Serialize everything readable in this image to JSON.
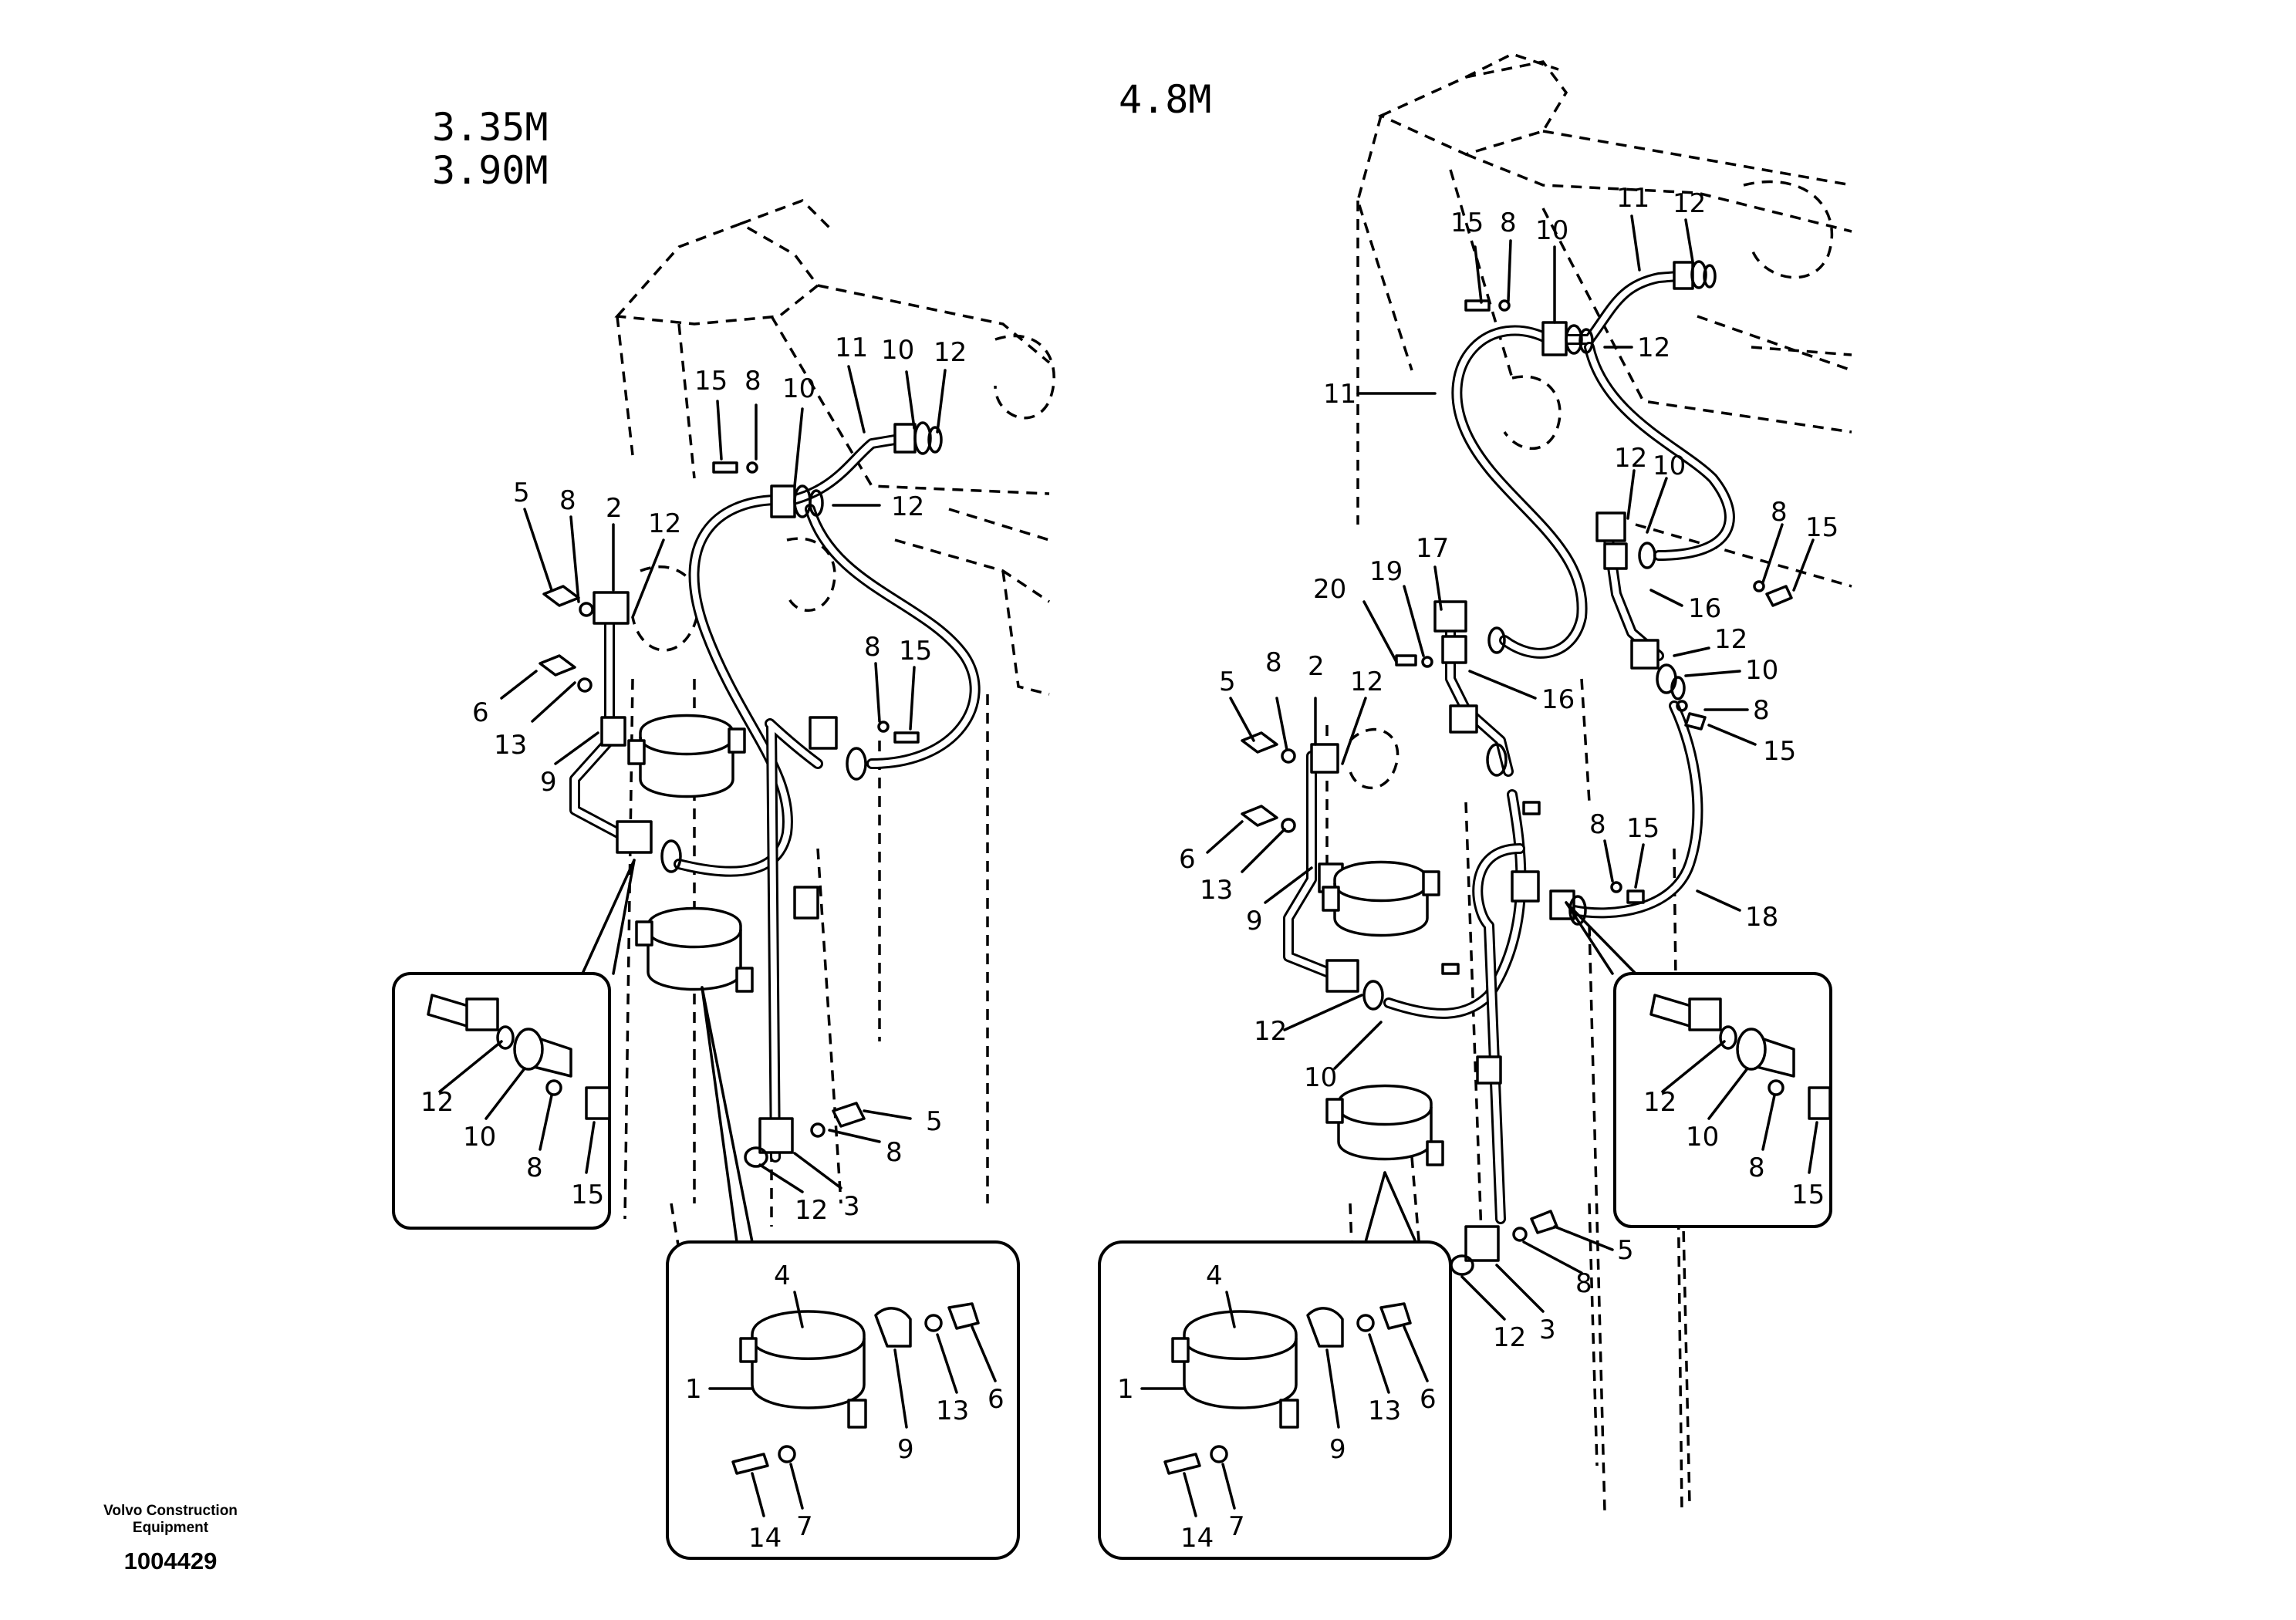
{
  "variants": {
    "left_line1": "3.35M",
    "left_line2": "3.90M",
    "right": "4.8M"
  },
  "footer": {
    "company_line1": "Volvo Construction",
    "company_line2": "Equipment",
    "drawing_number": "1004429"
  },
  "callouts": {
    "left": {
      "c15": "15",
      "c8a": "8",
      "c10a": "10",
      "c11": "11",
      "c10b": "10",
      "c12a": "12",
      "c12b": "12",
      "c5": "5",
      "c8b": "8",
      "c2": "2",
      "c12c": "12",
      "c6": "6",
      "c13": "13",
      "c9": "9",
      "c8c": "8",
      "c15b": "15",
      "c5b": "5",
      "c8d": "8",
      "c3": "3",
      "c12d": "12"
    },
    "left_detail": {
      "c12": "12",
      "c10": "10",
      "c8": "8",
      "c15": "15"
    },
    "left_clamp": {
      "c4": "4",
      "c1": "1",
      "c9": "9",
      "c13": "13",
      "c6": "6",
      "c14": "14",
      "c7": "7"
    },
    "right": {
      "c15a": "15",
      "c8a": "8",
      "c10a": "10",
      "c11a": "11",
      "c12a": "12",
      "c12b": "12",
      "c11b": "11",
      "c12c": "12",
      "c10b": "10",
      "c8b": "8",
      "c15b": "15",
      "c16a": "16",
      "c12d": "12",
      "c10c": "10",
      "c8c": "8",
      "c15c": "15",
      "c20": "20",
      "c19": "19",
      "c17": "17",
      "c16b": "16",
      "c5": "5",
      "c8d": "8",
      "c2": "2",
      "c12e": "12",
      "c6": "6",
      "c13": "13",
      "c9": "9",
      "c8e": "8",
      "c15d": "15",
      "c18": "18",
      "c12f": "12",
      "c10d": "10",
      "c5b": "5",
      "c8f": "8",
      "c3": "3",
      "c12g": "12"
    },
    "right_detail": {
      "c12": "12",
      "c10": "10",
      "c8": "8",
      "c15": "15"
    },
    "right_clamp": {
      "c4": "4",
      "c1": "1",
      "c9": "9",
      "c13": "13",
      "c6": "6",
      "c14": "14",
      "c7": "7"
    }
  }
}
